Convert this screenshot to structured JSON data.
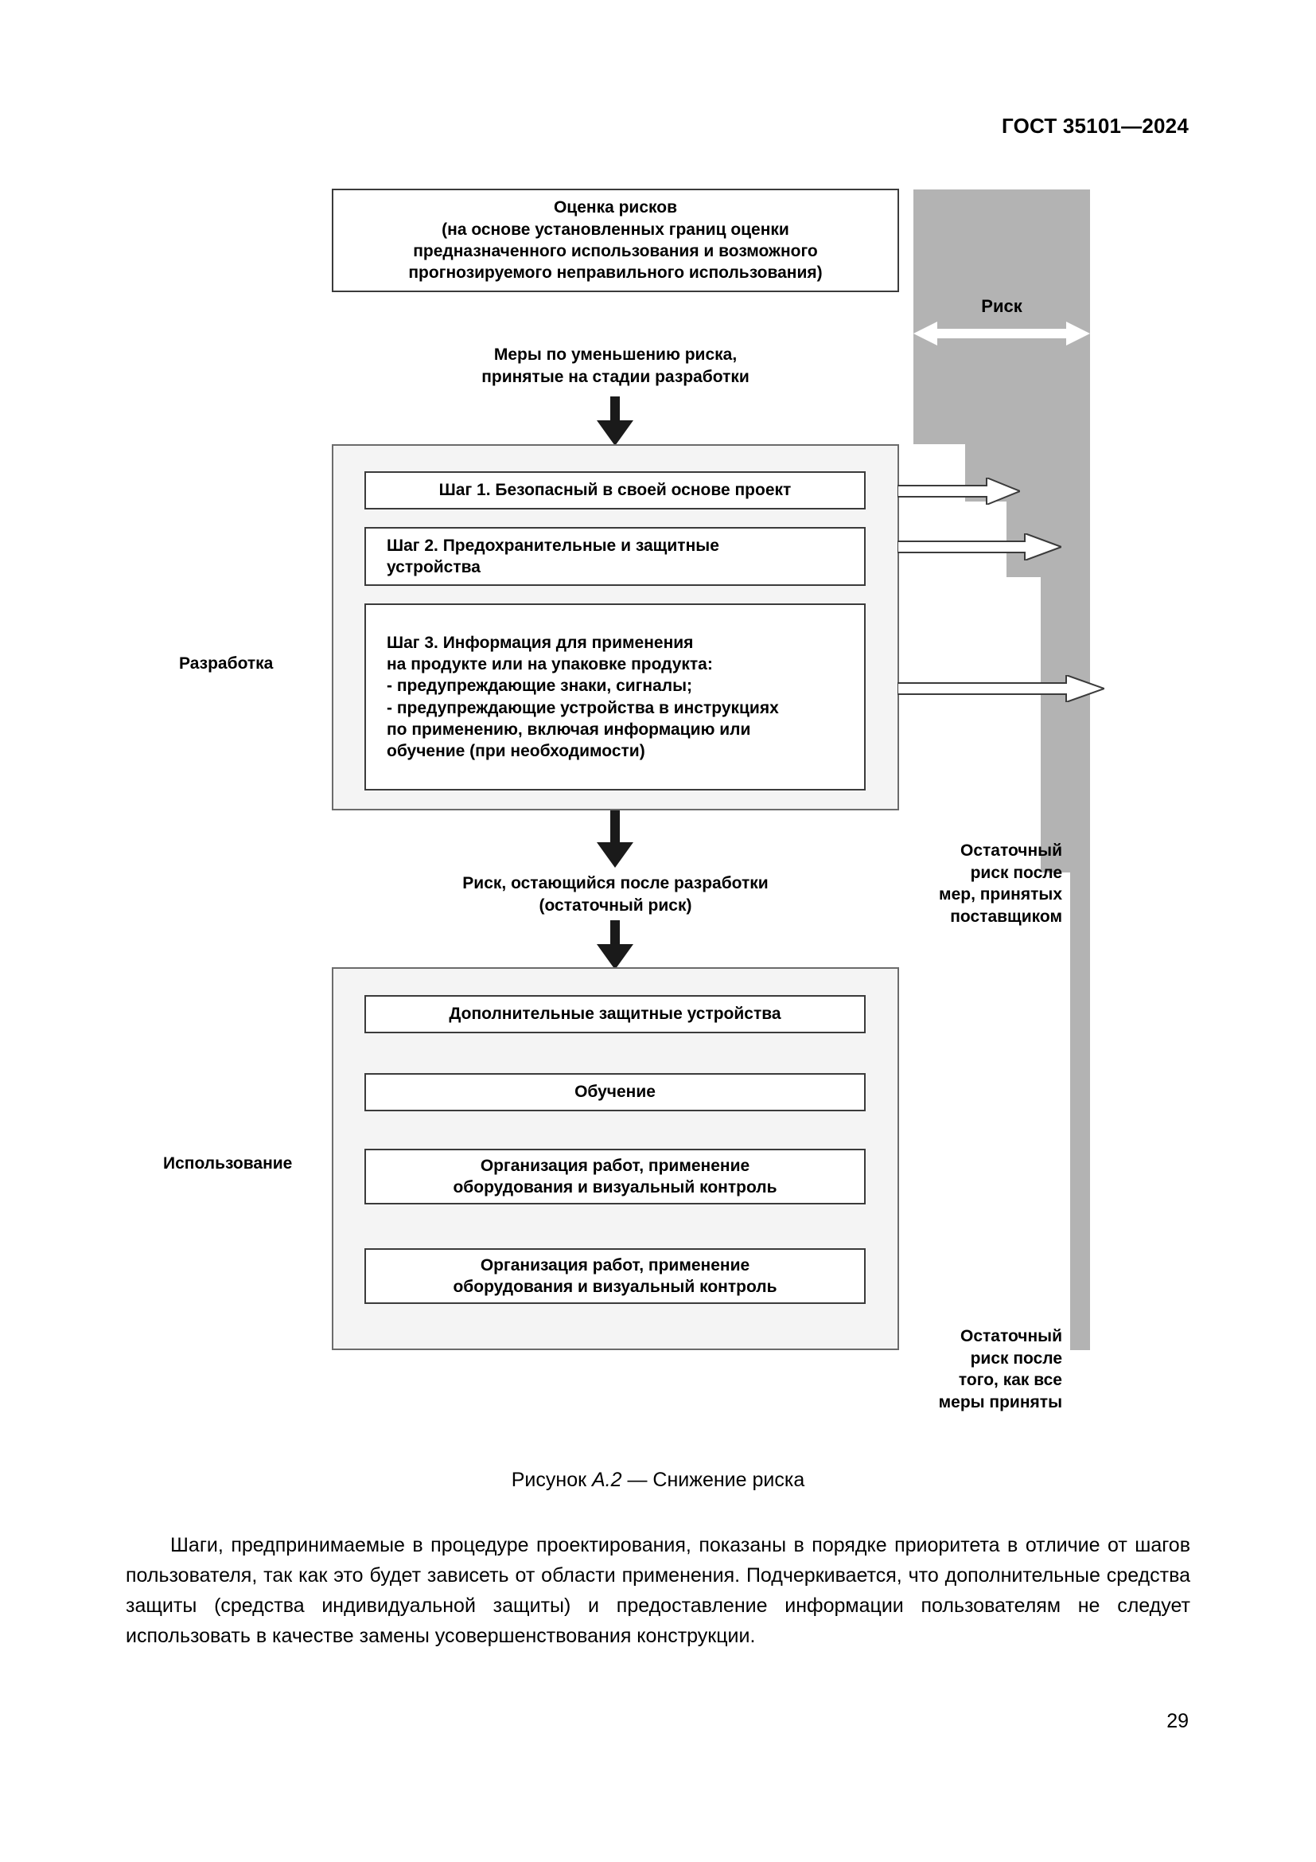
{
  "header": {
    "standard_title": "ГОСТ 35101—2024"
  },
  "figure": {
    "assessment_box": "Оценка рисков\n(на основе установленных границ оценки\nпредназначенного использования и возможного\nпрогнозируемого неправильного использования)",
    "connector_measures": "Меры по уменьшению риска,\nпринятые на стадии разработки",
    "connector_residual": "Риск, остающийся после разработки\n(остаточный риск)",
    "stage_development_label": "Разработка",
    "stage_usage_label": "Использование",
    "development_steps": [
      "Шаг 1. Безопасный в своей основе проект",
      "Шаг 2. Предохранительные и защитные\nустройства",
      "Шаг 3. Информация для применения\nна продукте или на упаковке продукта:\n- предупреждающие знаки, сигналы;\n- предупреждающие устройства в инструкциях\nпо применению, включая информацию или\nобучение (при необходимости)"
    ],
    "usage_measures": [
      "Дополнительные защитные устройства",
      "Обучение",
      "Организация работ, применение\nоборудования и визуальный контроль",
      "Организация работ, применение\nоборудования и визуальный контроль"
    ],
    "risk_band_label": "Риск",
    "note_residual_supplier": "Остаточный\nриск после\nмер, принятых\nпоставщиком",
    "note_residual_all": "Остаточный\nриск после\nтого, как все\nмеры приняты",
    "colors": {
      "risk_band": "#b3b3b3",
      "group_panel": "#f4f4f4",
      "box_border": "#3b3b3b",
      "group_border": "#6b6b6b"
    }
  },
  "caption": {
    "prefix": "Рисунок ",
    "number": "А.2",
    "suffix": " — Снижение риска"
  },
  "body": {
    "paragraph": "Шаги, предпринимаемые в процедуре проектирования, показаны в порядке приоритета в отличие от шагов пользователя, так как это будет зависеть от области применения. Подчеркивается, что дополнительные средства защиты (средства индивидуальной защиты) и предоставление информации пользователям не следует использовать в качестве замены усовершенствования конструкции."
  },
  "footer": {
    "page_number": "29"
  }
}
